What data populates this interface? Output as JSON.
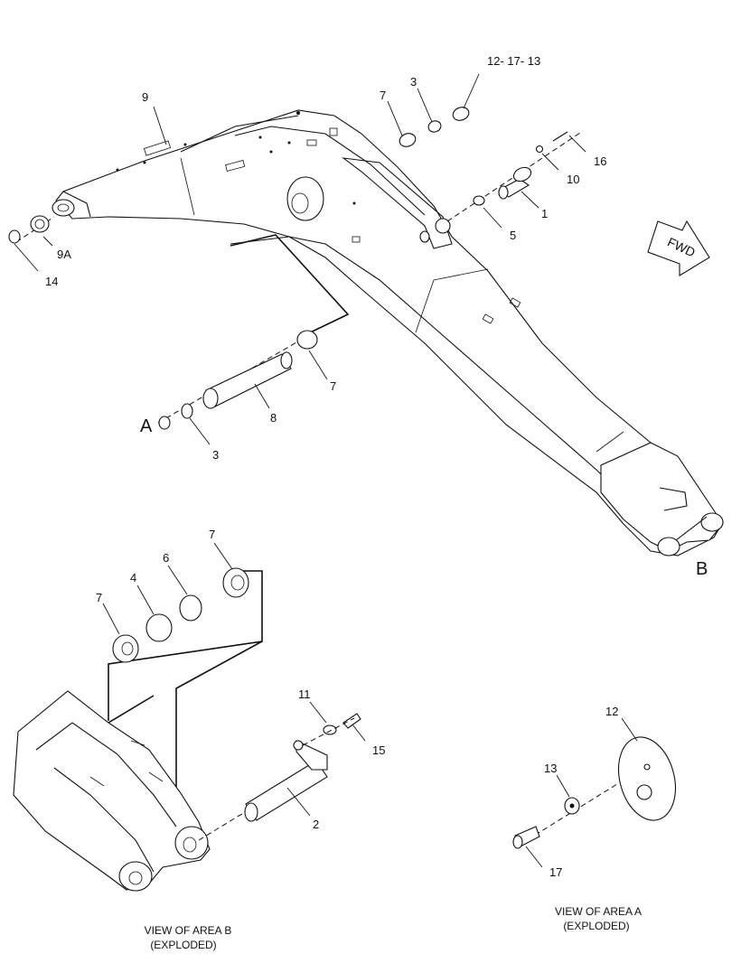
{
  "diagram": {
    "callouts": {
      "c_9": "9",
      "c_9a": "9A",
      "c_14": "14",
      "c_7_top": "7",
      "c_3_top": "3",
      "c_12_17_13": "12- 17- 13",
      "c_16": "16",
      "c_10": "10",
      "c_1": "1",
      "c_5": "5",
      "c_7_mid": "7",
      "c_8": "8",
      "c_3_mid": "3",
      "c_7_b1": "7",
      "c_6": "6",
      "c_4": "4",
      "c_7_b2": "7",
      "c_11": "11",
      "c_15": "15",
      "c_2": "2",
      "c_12": "12",
      "c_13": "13",
      "c_17": "17"
    },
    "area_labels": {
      "a": "A",
      "b": "B"
    },
    "fwd_arrow": "FWD",
    "captions": {
      "area_b_line1": "VIEW OF AREA B",
      "area_b_line2": "(EXPLODED)",
      "area_a_line1": "VIEW OF AREA A",
      "area_a_line2": "(EXPLODED)"
    }
  }
}
